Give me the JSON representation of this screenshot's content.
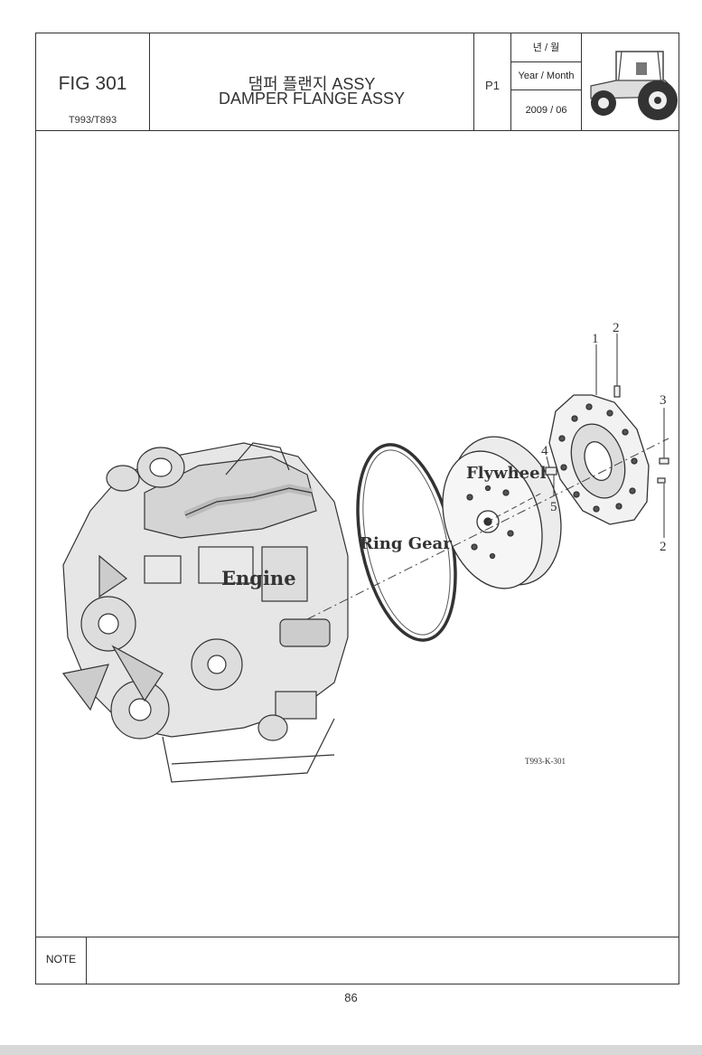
{
  "header": {
    "fig": "FIG 301",
    "model": "T993/T893",
    "title_ko": "댐퍼 플랜지 ASSY",
    "title_en": "DAMPER FLANGE ASSY",
    "page": "P1",
    "date_label_ko": "년 / 월",
    "date_label_en": "Year / Month",
    "date_value": "2009 / 06",
    "logo_icon": "tractor-icon"
  },
  "diagram": {
    "labels": {
      "engine": "Engine",
      "ring_gear": "Ring Gear",
      "flywheel": "Flywheel"
    },
    "callouts": [
      "1",
      "2",
      "3",
      "4",
      "5",
      "2"
    ],
    "ref_code": "T993-K-301"
  },
  "footer": {
    "note_label": "NOTE",
    "page_number": "86"
  }
}
